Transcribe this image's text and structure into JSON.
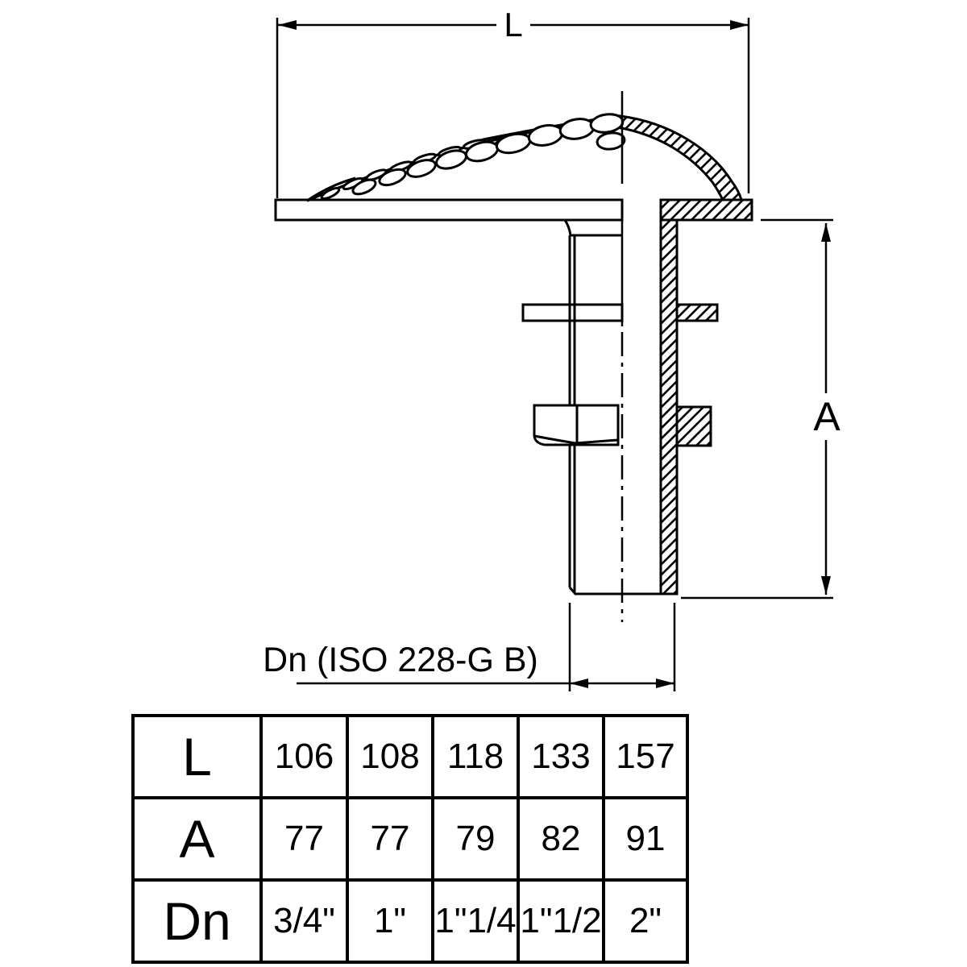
{
  "drawing": {
    "dim_length_label": "L",
    "dim_height_label": "A",
    "thread_label": "Dn (ISO 228-G B)"
  },
  "table": {
    "rows": [
      {
        "header": "L",
        "values": [
          "106",
          "108",
          "118",
          "133",
          "157"
        ]
      },
      {
        "header": "A",
        "values": [
          "77",
          "77",
          "79",
          "82",
          "91"
        ]
      },
      {
        "header": "Dn",
        "values": [
          "3/4\"",
          "1\"",
          "1\"1/4",
          "1\"1/2",
          "2\""
        ]
      }
    ]
  },
  "colors": {
    "line": "#000000",
    "background": "#ffffff"
  }
}
